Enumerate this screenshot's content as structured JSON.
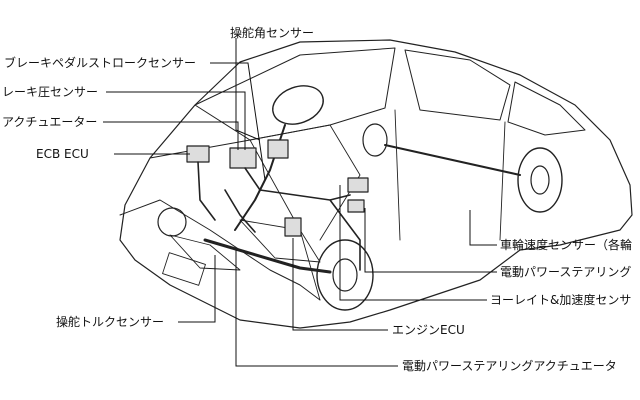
{
  "labels": {
    "steering_angle_sensor": "操舵角センサー",
    "brake_pedal_stroke_sensor": "ブレーキペダルストロークセンサー",
    "brake_pressure_sensor": "レーキ圧センサー",
    "actuator": "アクチュエーター",
    "ecb_ecu": "ECB ECU",
    "wheel_speed_sensor": "車輪速度センサー（各輪",
    "eps_ecu": "電動パワーステアリング",
    "yaw_rate_sensor": "ヨーレイト&加速度センサ",
    "engine_ecu": "エンジンECU",
    "steering_torque_sensor": "操舵トルクセンサー",
    "eps_actuator": "電動パワーステアリングアクチュエータ"
  }
}
